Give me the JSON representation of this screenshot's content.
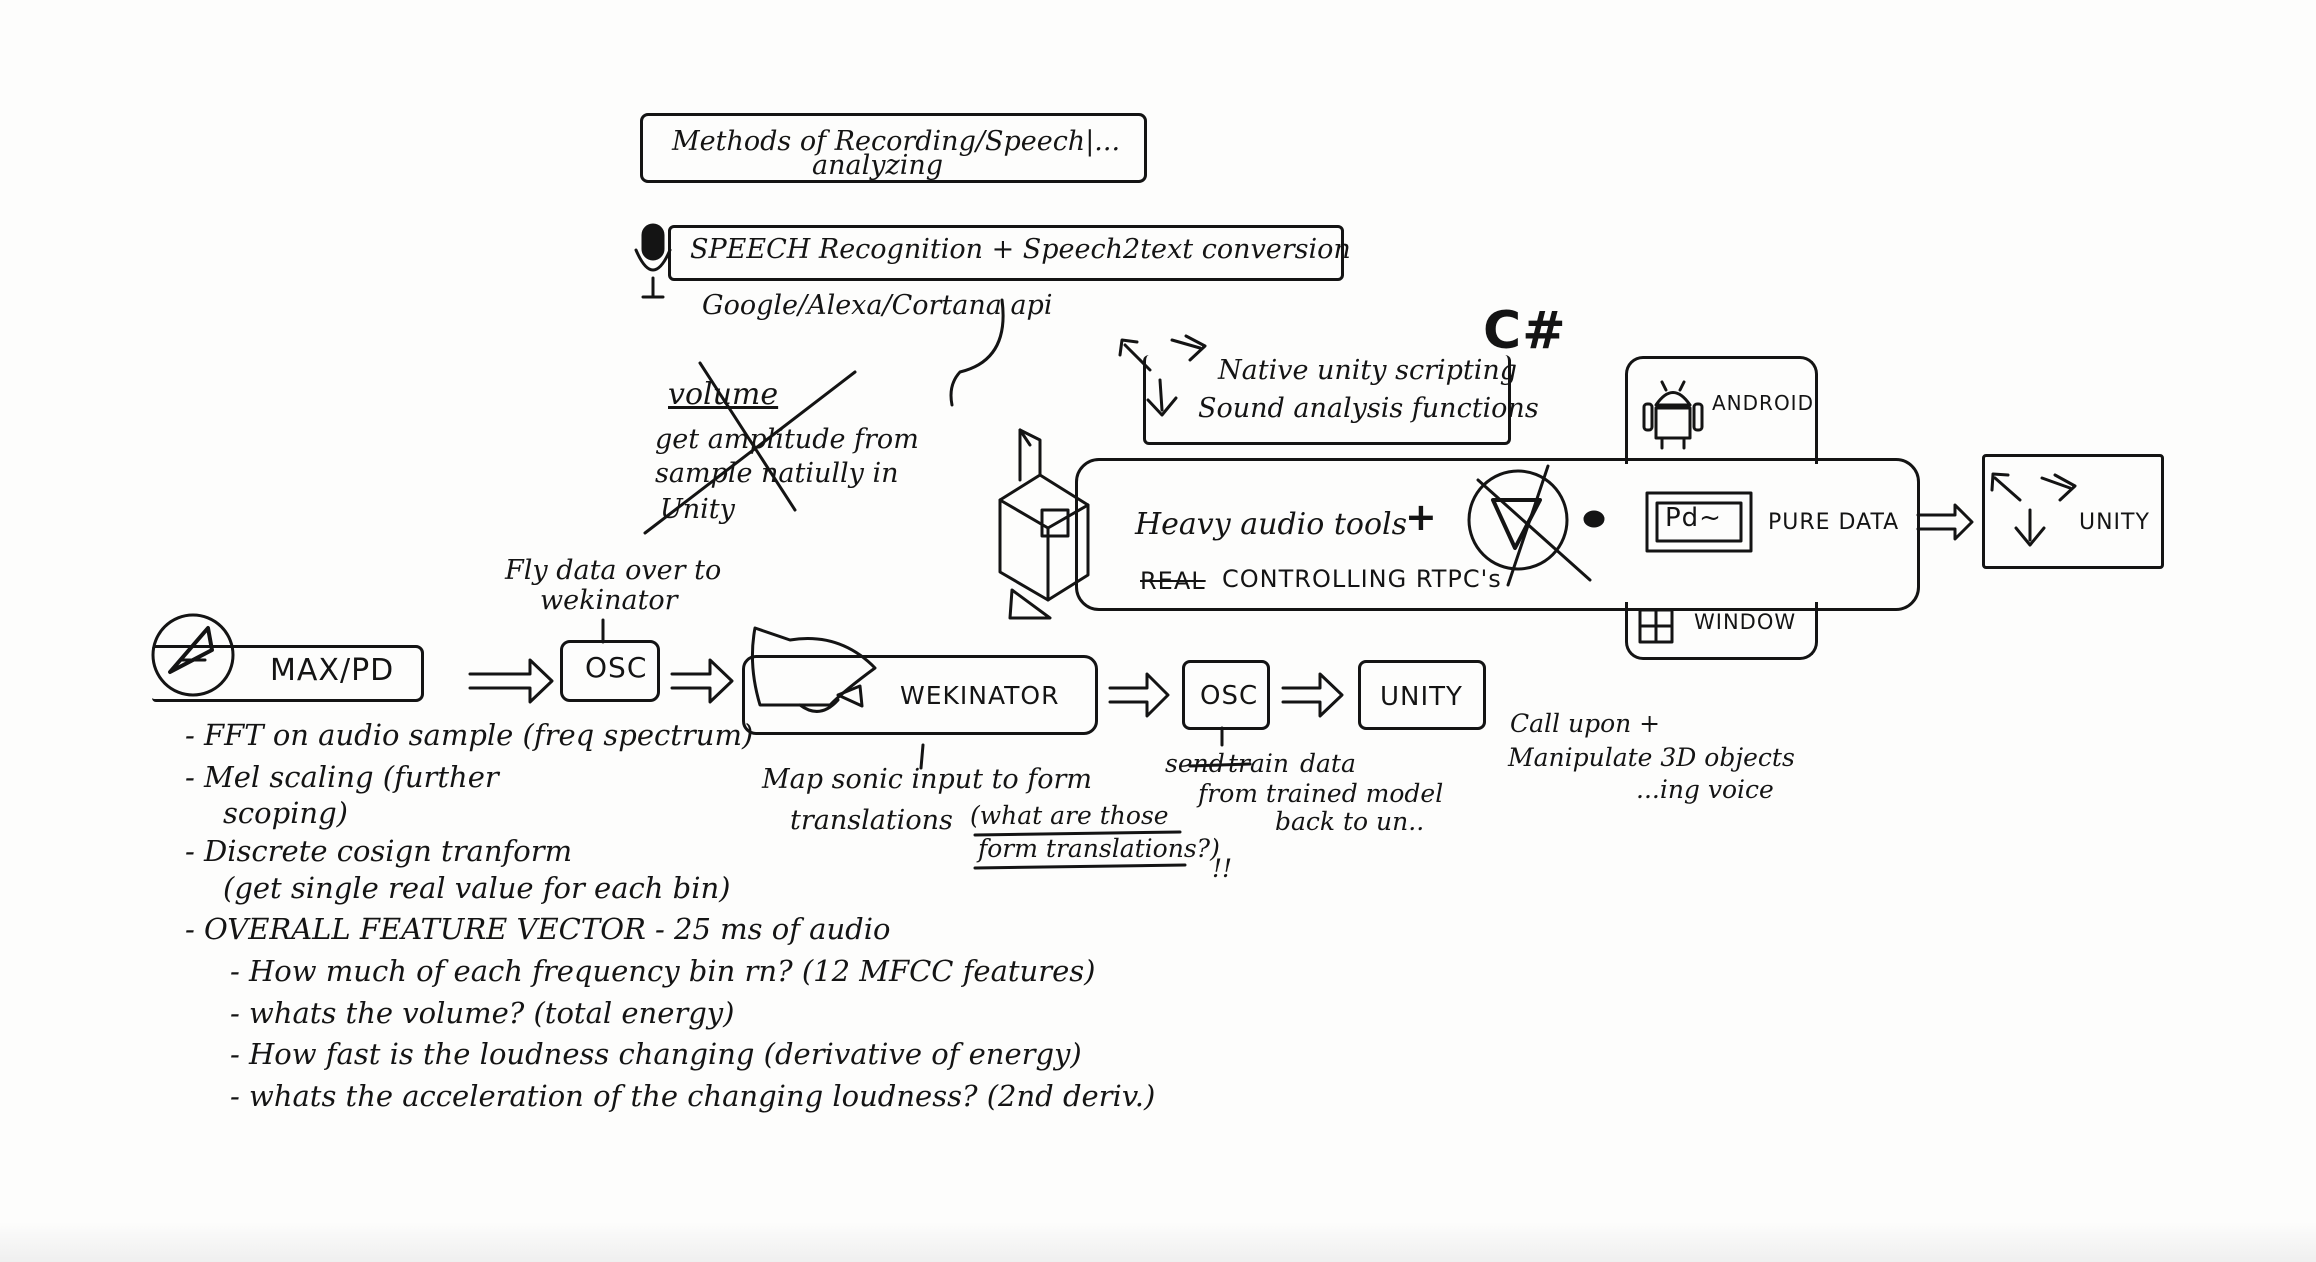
{
  "title": {
    "line1": "Methods of Recording/Speech|...",
    "line2": "analyzing"
  },
  "speech": {
    "box_label": "SPEECH Recognition + Speech2text conversion",
    "api_note": "Google/Alexa/Cortana api"
  },
  "volume_note": {
    "heading": "volume",
    "line1": "get amplitude from",
    "line2": "sample natiully in",
    "line3": "Unity"
  },
  "native": {
    "logo": "C#",
    "line1": "Native unity scripting",
    "line2": "Sound analysis functions"
  },
  "heavy": {
    "label": "Heavy audio tools",
    "plus": "+",
    "sublabel_struck": "REAL",
    "sublabel": "CONTROLLING RTPC's"
  },
  "platforms": {
    "android": "ANDROID",
    "pd_logo": "Pd~",
    "puredata": "PURE DATA",
    "windows": "WINDOW"
  },
  "unity_top": "UNITY",
  "flow": {
    "fly_note_1": "Fly data over to",
    "fly_note_2": "wekinator",
    "maxpd": "MAX/PD",
    "osc1": "OSC",
    "wekinator": "WEKINATOR",
    "osc2": "OSC",
    "unity": "UNITY",
    "map_note_1": "Map sonic input to form",
    "map_note_2": "translations",
    "question_1": "(what are those",
    "question_2": "form translations?)",
    "question_marks": "!!",
    "send_1_pre": "send",
    "send_1_struck": "train",
    "send_1_post": "data",
    "send_2": "from trained model",
    "send_3": "back to un..",
    "call_1": "Call upon +",
    "call_2": "Manipulate 3D objects",
    "call_3": "...ing voice"
  },
  "features": [
    "- FFT on audio sample (freq spectrum)",
    "- Mel scaling (further",
    "scoping)",
    "- Discrete cosign tranform",
    "(get single real value for each bin)",
    "- OVERALL FEATURE VECTOR  - 25 ms of audio",
    "- How much of each frequency bin rn? (12 MFCC features)",
    "- whats the volume? (total energy)",
    "- How fast is the loudness changing (derivative of energy)",
    "- whats the acceleration of the changing loudness? (2nd deriv.)"
  ]
}
